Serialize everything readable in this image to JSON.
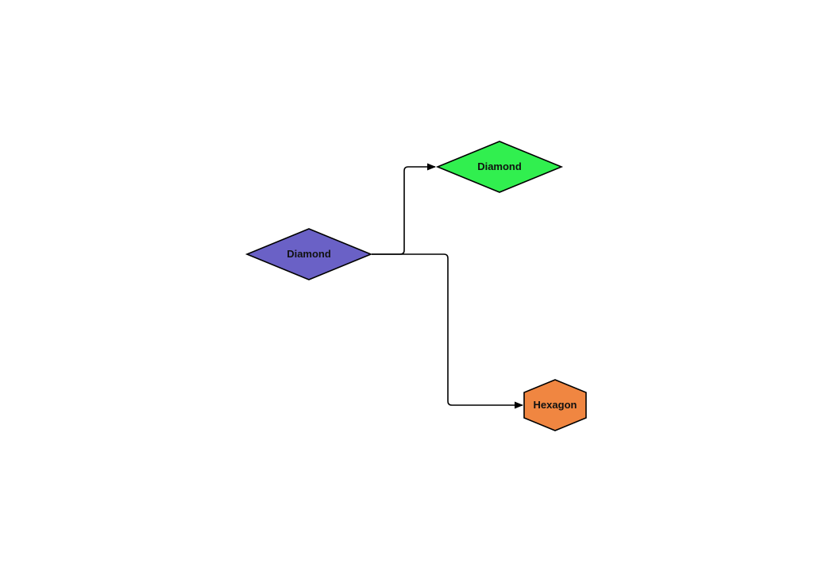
{
  "diagram": {
    "nodes": [
      {
        "id": "left",
        "shape": "diamond",
        "label": "Diamond",
        "fill": "#6a61c6"
      },
      {
        "id": "top",
        "shape": "diamond",
        "label": "Diamond",
        "fill": "#31ef4f"
      },
      {
        "id": "bottom",
        "shape": "hexagon",
        "label": "Hexagon",
        "fill": "#f08641"
      }
    ],
    "edges": [
      {
        "from": "left",
        "to": "top"
      },
      {
        "from": "left",
        "to": "bottom"
      }
    ],
    "colors": {
      "stroke": "#000000",
      "background": "#ffffff"
    }
  }
}
